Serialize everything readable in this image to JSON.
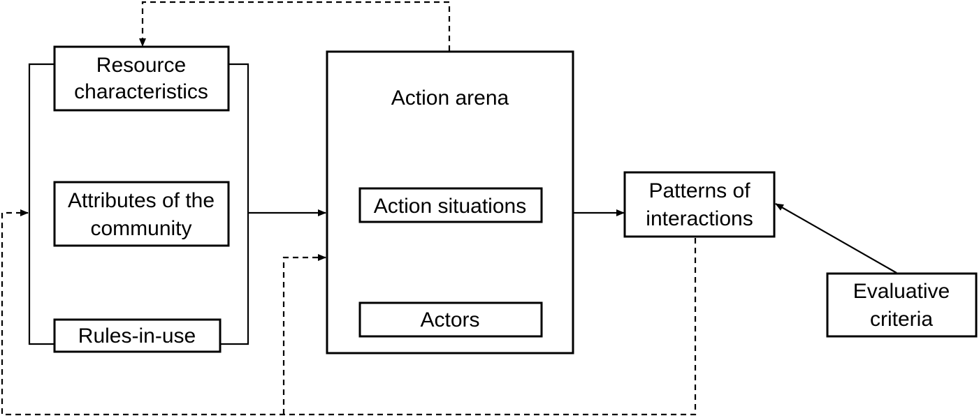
{
  "nodes": {
    "resource": {
      "line1": "Resource",
      "line2": "characteristics"
    },
    "community": {
      "line1": "Attributes of the",
      "line2": "community"
    },
    "rules": {
      "label": "Rules-in-use"
    },
    "arena": {
      "title": "Action arena"
    },
    "situations": {
      "label": "Action situations"
    },
    "actors": {
      "label": "Actors"
    },
    "patterns": {
      "line1": "Patterns of",
      "line2": "interactions"
    },
    "criteria": {
      "line1": "Evaluative",
      "line2": "criteria"
    }
  },
  "colors": {
    "stroke": "#000000",
    "background": "#ffffff"
  }
}
